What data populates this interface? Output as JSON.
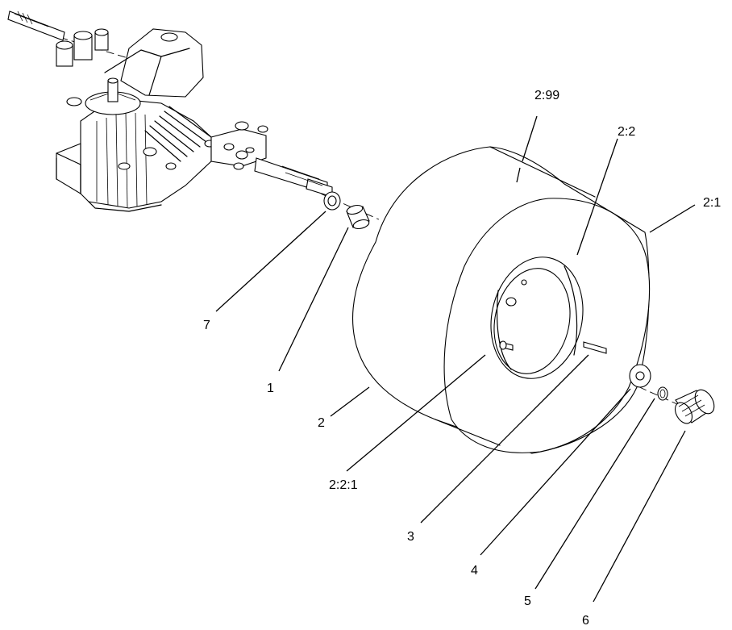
{
  "callouts": {
    "c299": "2:99",
    "c22": "2:2",
    "c21": "2:1",
    "c7": "7",
    "c1": "1",
    "c2": "2",
    "c221": "2:2:1",
    "c3": "3",
    "c4": "4",
    "c5": "5",
    "c6": "6"
  }
}
